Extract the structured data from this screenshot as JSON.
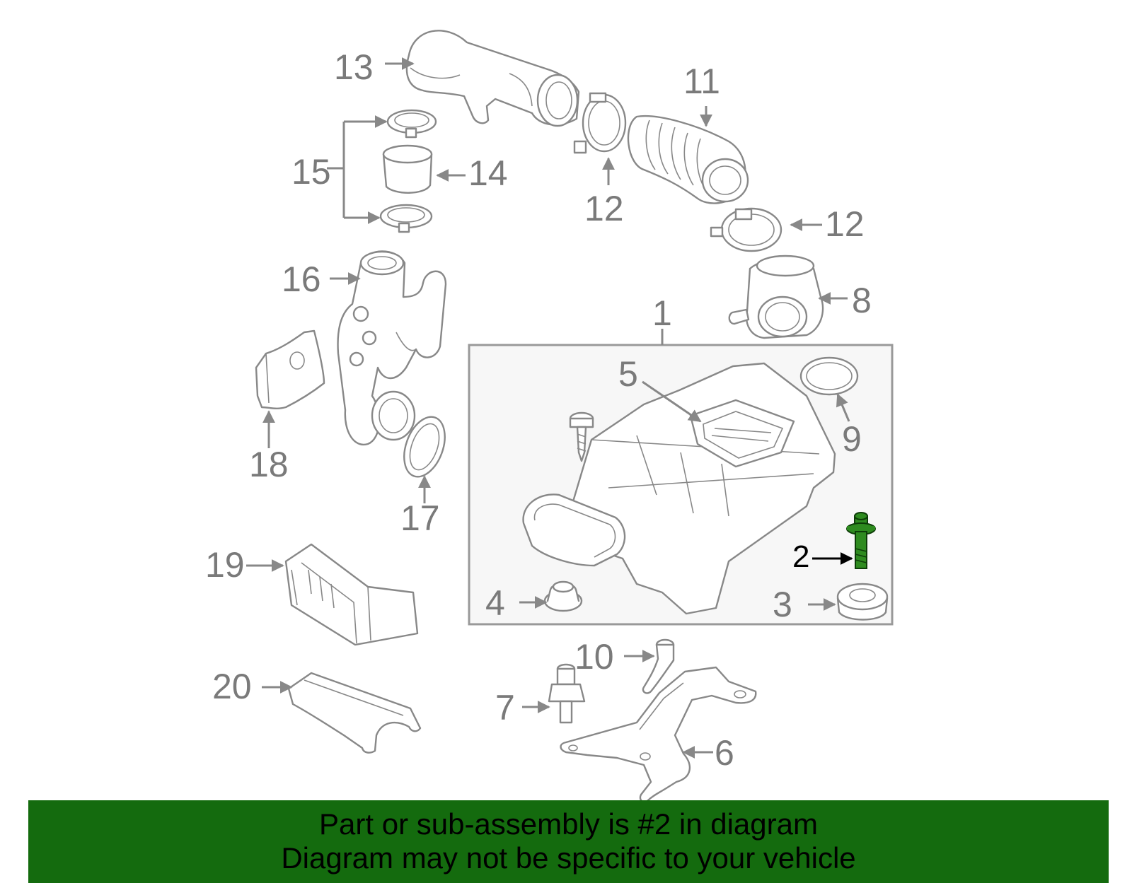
{
  "callouts": {
    "c1": "1",
    "c2": "2",
    "c3": "3",
    "c4": "4",
    "c5": "5",
    "c6": "6",
    "c7": "7",
    "c8": "8",
    "c9": "9",
    "c10": "10",
    "c11": "11",
    "c12a": "12",
    "c12b": "12",
    "c13": "13",
    "c14": "14",
    "c15": "15",
    "c16": "16",
    "c17": "17",
    "c18": "18",
    "c19": "19",
    "c20": "20"
  },
  "highlight_color": "#2e8b1f",
  "banner": {
    "line1": "Part or sub-assembly is #2 in diagram",
    "line2": "Diagram may not be specific to your vehicle",
    "background": "#146b0e"
  }
}
